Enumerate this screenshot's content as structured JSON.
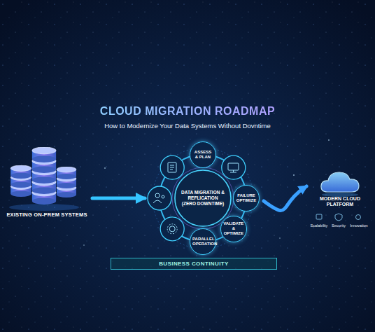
{
  "diagram": {
    "title": "CLOUD MIGRATION ROADMAP",
    "nodes": [
      {
        "text": [
          "EXISTING ON-PREM SYSTEMS"
        ]
      },
      {
        "text": [
          "DATA MIGRATION & REFLICATION (ZERO DOWNTIME)"
        ]
      },
      {
        "text": [
          "ASSESS & PLAN"
        ],
        "in": 1
      },
      {
        "text": [
          "FAILURE OPTIMIZE"
        ],
        "in": 1
      },
      {
        "text": [
          "VALIDATE & OPTIMIZE"
        ],
        "in": 1
      },
      {
        "text": [
          "PARALLEL OPERATION"
        ],
        "in": 1
      },
      {
        "text": [
          "MODERN CLOUD PLATFORM"
        ]
      },
      {
        "text": [
          "BUSINESS CONTINUITY"
        ]
      }
    ],
    "edges": [
      {
        "from": 0,
        "to": 1,
        "arrow": "to"
      },
      {
        "from": 1,
        "to": 6,
        "arrow": "to"
      }
    ],
    "labels": [
      "How to Modernize Your Data Systems Without Dovntime",
      "Scalability",
      "Security",
      "Innovation"
    ]
  }
}
